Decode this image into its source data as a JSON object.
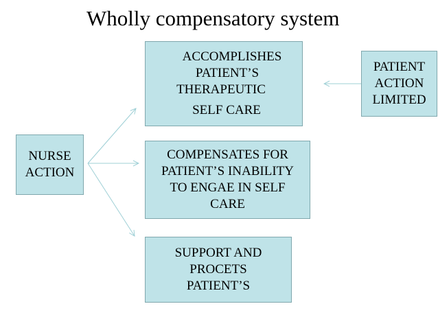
{
  "title": "Wholly compensatory system",
  "nurse_action": {
    "lines": [
      "NURSE",
      "ACTION"
    ]
  },
  "patient_action": {
    "lines": [
      "PATIENT",
      "ACTION",
      "LIMITED"
    ]
  },
  "outcomes": [
    {
      "lines": [
        "ACCOMPLISHES",
        "PATIENT’S",
        "THERAPEUTIC",
        "SELF CARE"
      ]
    },
    {
      "lines": [
        "COMPENSATES FOR",
        "PATIENT’S INABILITY",
        "TO ENGAE IN SELF",
        "CARE"
      ]
    },
    {
      "lines": [
        "SUPPORT AND",
        "PROCETS",
        "PATIENT’S"
      ]
    }
  ],
  "colors": {
    "box_fill": "#bfe3e8",
    "box_border": "#7fa7ad",
    "arrow": "#9fd0d6"
  }
}
